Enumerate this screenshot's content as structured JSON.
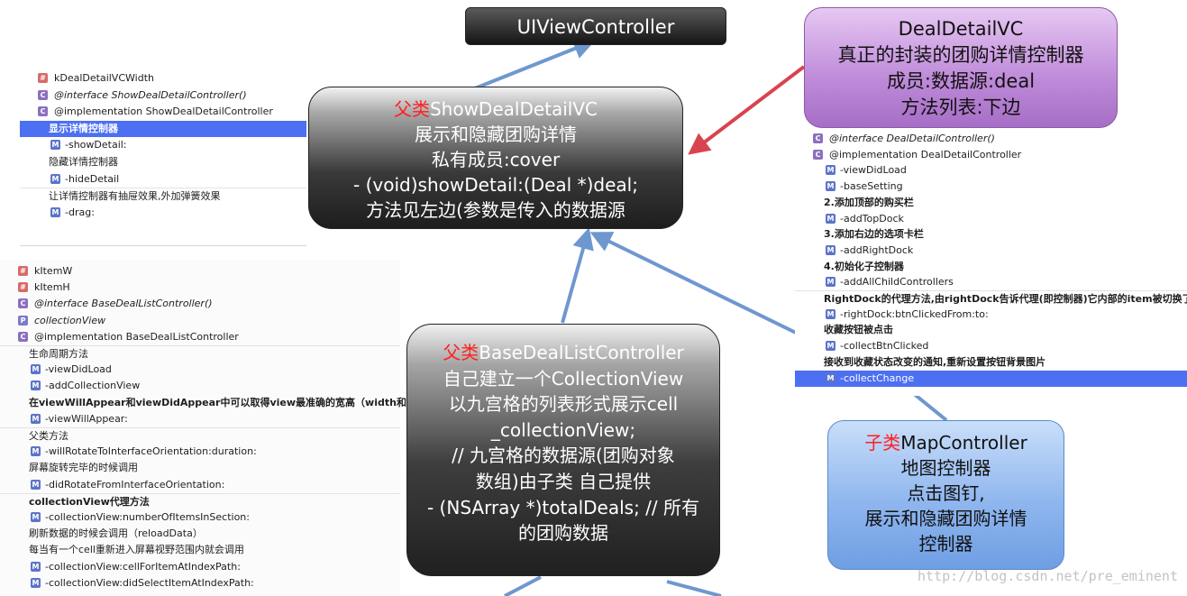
{
  "uivc": {
    "label": "UIViewController"
  },
  "showvc": {
    "prefix": "父类",
    "name": "ShowDealDetailVC",
    "lines": [
      "展示和隐藏团购详情",
      "私有成员:cover",
      "- (void)showDetail:(Deal *)deal;",
      "方法见左边(参数是传入的数据源"
    ]
  },
  "dealvc": {
    "lines": [
      "DealDetailVC",
      "真正的封装的团购详情控制器",
      "成员:数据源:deal",
      "方法列表:下边"
    ]
  },
  "basevc": {
    "prefix": "父类",
    "name": "BaseDealListController",
    "lines": [
      "自己建立一个CollectionView",
      "以九宫格的列表形式展示cell",
      "_collectionView;",
      "// 九宫格的数据源(团购对象",
      "数组)由子类 自己提供",
      "- (NSArray *)totalDeals; // 所有",
      "的团购数据"
    ]
  },
  "mapvc": {
    "prefix": "子类",
    "name": "MapController",
    "lines": [
      "地图控制器",
      "点击图钉,",
      "展示和隐藏团购详情",
      "控制器"
    ]
  },
  "panel_show_detail": [
    {
      "badge": "#",
      "text": "kDealDetailVCWidth"
    },
    {
      "badge": "C",
      "text": "@interface ShowDealDetailController()",
      "style": "italic"
    },
    {
      "badge": "C",
      "text": "@implementation ShowDealDetailController"
    },
    {
      "text": "显示详情控制器",
      "style": "bold",
      "selected": true
    },
    {
      "badge": "M",
      "text": "-showDetail:"
    },
    {
      "text": "隐藏详情控制器"
    },
    {
      "badge": "M",
      "text": "-hideDetail"
    },
    {
      "text": "让详情控制器有抽屉效果,外加弹簧效果",
      "separator": true
    },
    {
      "badge": "M",
      "text": "-drag:"
    }
  ],
  "panel_base_list": [
    {
      "badge": "#",
      "text": "kItemW"
    },
    {
      "badge": "#",
      "text": "kItemH"
    },
    {
      "badge": "C",
      "text": "@interface BaseDealListController()",
      "style": "italic"
    },
    {
      "badge": "P",
      "text": "collectionView",
      "style": "italic"
    },
    {
      "badge": "C",
      "text": "@implementation BaseDealListController"
    },
    {
      "text": "生命周期方法",
      "separator": true
    },
    {
      "badge": "M",
      "text": "-viewDidLoad"
    },
    {
      "badge": "M",
      "text": "-addCollectionView"
    },
    {
      "text": "在viewWillAppear和viewDidAppear中可以取得view最准确的宽高（width和height）",
      "style": "bold"
    },
    {
      "badge": "M",
      "text": "-viewWillAppear:"
    },
    {
      "text": "父类方法",
      "separator": true
    },
    {
      "badge": "M",
      "text": "-willRotateToInterfaceOrientation:duration:"
    },
    {
      "text": "屏幕旋转完毕的时候调用"
    },
    {
      "badge": "M",
      "text": "-didRotateFromInterfaceOrientation:"
    },
    {
      "text": "collectionView代理方法",
      "style": "bold",
      "separator": true
    },
    {
      "badge": "M",
      "text": "-collectionView:numberOfItemsInSection:"
    },
    {
      "text": "刷新数据的时候会调用（reloadData）"
    },
    {
      "text": "每当有一个cell重新进入屏幕视野范围内就会调用"
    },
    {
      "badge": "M",
      "text": "-collectionView:cellForItemAtIndexPath:"
    },
    {
      "badge": "M",
      "text": "-collectionView:didSelectItemAtIndexPath:"
    }
  ],
  "panel_deal_detail": [
    {
      "badge": "C",
      "text": "@interface DealDetailController()",
      "style": "italic"
    },
    {
      "badge": "C",
      "text": "@implementation DealDetailController"
    },
    {
      "badge": "M",
      "text": "-viewDidLoad"
    },
    {
      "badge": "M",
      "text": "-baseSetting"
    },
    {
      "text": "2.添加顶部的购买栏",
      "style": "bold"
    },
    {
      "badge": "M",
      "text": "-addTopDock"
    },
    {
      "text": "3.添加右边的选项卡栏",
      "style": "bold"
    },
    {
      "badge": "M",
      "text": "-addRightDock"
    },
    {
      "text": "4.初始化子控制器",
      "style": "bold"
    },
    {
      "badge": "M",
      "text": "-addAllChildControllers"
    },
    {
      "text": "RightDock的代理方法,由rightDock告诉代理(即控制器)它内部的item被切换了(点击了)",
      "style": "bold",
      "separator": true
    },
    {
      "badge": "M",
      "text": "-rightDock:btnClickedFrom:to:"
    },
    {
      "text": "收藏按钮被点击",
      "style": "bold"
    },
    {
      "badge": "M",
      "text": "-collectBtnClicked"
    },
    {
      "text": "接收到收藏状态改变的通知,重新设置按钮背景图片",
      "style": "bold"
    },
    {
      "badge": "M",
      "text": "-collectChange",
      "selected": true
    }
  ],
  "watermark": "http://blog.csdn.net/pre_eminent",
  "colors": {
    "arrow_blue": "#6f97cf",
    "arrow_red": "#d8444e",
    "selection": "#4d6ff2"
  }
}
